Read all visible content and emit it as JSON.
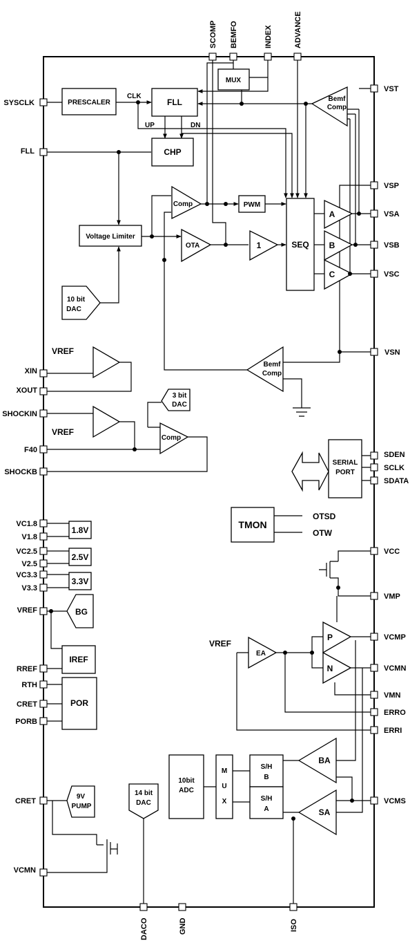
{
  "pins": {
    "top": [
      "SCOMP",
      "BEMFO",
      "INDEX",
      "ADVANCE"
    ],
    "left": [
      "SYSCLK",
      "FLL",
      "XIN",
      "XOUT",
      "SHOCKIN",
      "F40",
      "SHOCKB",
      "VC1.8",
      "V1.8",
      "VC2.5",
      "V2.5",
      "VC3.3",
      "V3.3",
      "VREF",
      "RREF",
      "RTH",
      "CRET",
      "PORB",
      "CRET",
      "VCMN"
    ],
    "right": [
      "VST",
      "VSP",
      "VSA",
      "VSB",
      "VSC",
      "VSN",
      "SDEN",
      "SCLK",
      "SDATA",
      "VCC",
      "VMP",
      "VCMP",
      "VCMN",
      "VMN",
      "ERRO",
      "ERRI",
      "VCMS"
    ],
    "bottom": [
      "DACO",
      "GND",
      "ISO"
    ]
  },
  "blocks": {
    "prescaler": "PRESCALER",
    "fll": "FLL",
    "chp": "CHP",
    "mux_top": "MUX",
    "pwm": "PWM",
    "voltage_limiter": "Voltage Limiter",
    "seq": "SEQ",
    "buffer_one": "1",
    "dac10": [
      "10 bit",
      "DAC"
    ],
    "dac3": [
      "3 bit",
      "DAC"
    ],
    "serial_port": [
      "SERIAL",
      "PORT"
    ],
    "tmon": "TMON",
    "reg18": "1.8V",
    "reg25": "2.5V",
    "reg33": "3.3V",
    "bg": "BG",
    "iref": "IREF",
    "por": "POR",
    "pump": [
      "9V",
      "PUMP"
    ],
    "dac14": [
      "14 bit",
      "DAC"
    ],
    "adc10": [
      "10bit",
      "ADC"
    ],
    "mux_bottom": [
      "M",
      "U",
      "X"
    ],
    "sh_b": [
      "S/H",
      "B"
    ],
    "sh_a": [
      "S/H",
      "A"
    ]
  },
  "amplifiers": {
    "bemf_comp": [
      "Bemf",
      "Comp"
    ],
    "comp": "Comp",
    "ota": "OTA",
    "drv_a": "A",
    "drv_b": "B",
    "drv_c": "C",
    "comp_shock": "Comp",
    "ea": "EA",
    "p": "P",
    "n": "N",
    "ba": "BA",
    "sa": "SA"
  },
  "labels": {
    "clk": "CLK",
    "up": "UP",
    "dn": "DN",
    "vref": "VREF",
    "otsd": "OTSD",
    "otw": "OTW"
  }
}
